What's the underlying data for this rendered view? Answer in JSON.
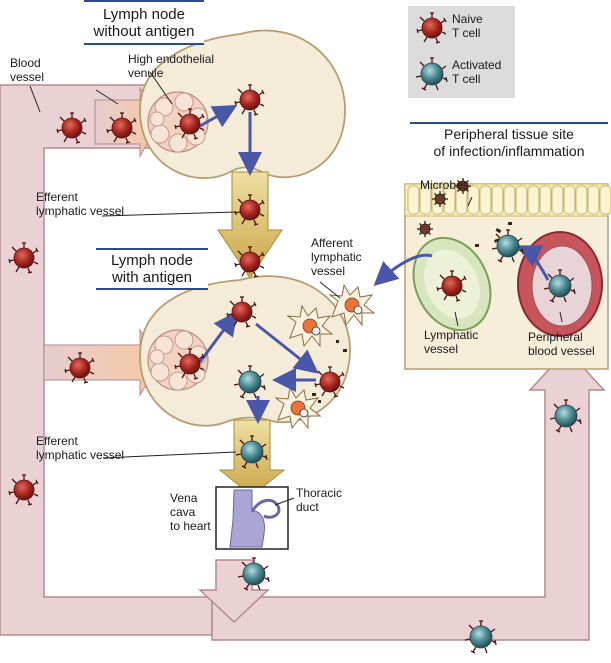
{
  "titles": {
    "node_without": "Lymph node\nwithout antigen",
    "node_with": "Lymph node\nwith antigen",
    "peripheral_site": "Peripheral tissue site\nof infection/inflammation"
  },
  "legend": {
    "naive": "Naive\nT cell",
    "activated": "Activated\nT cell",
    "colors": {
      "naive": "#a5261f",
      "activated": "#4d8b94"
    }
  },
  "labels": {
    "blood_vessel": "Blood\nvessel",
    "hev": "High endothelial\nvenule",
    "efferent_1": "Efferent\nlymphatic vessel",
    "efferent_2": "Efferent\nlymphatic vessel",
    "afferent": "Afferent\nlymphatic\nvessel",
    "microbes": "Microbes",
    "lymphatic_vessel": "Lymphatic\nvessel",
    "peripheral_blood_vessel": "Peripheral\nblood vessel",
    "vena_cava": "Vena\ncava\nto heart",
    "thoracic_duct": "Thoracic\nduct"
  },
  "colors": {
    "vessel_fill": "#e9d1d4",
    "vessel_stroke": "#b58a90",
    "node_fill": "#f4ecd8",
    "node_stroke": "#b59d70",
    "arrow_blue": "#5361b0",
    "lymph_flow": "#d8bd6a",
    "tissue_fill": "#f6eed8"
  }
}
